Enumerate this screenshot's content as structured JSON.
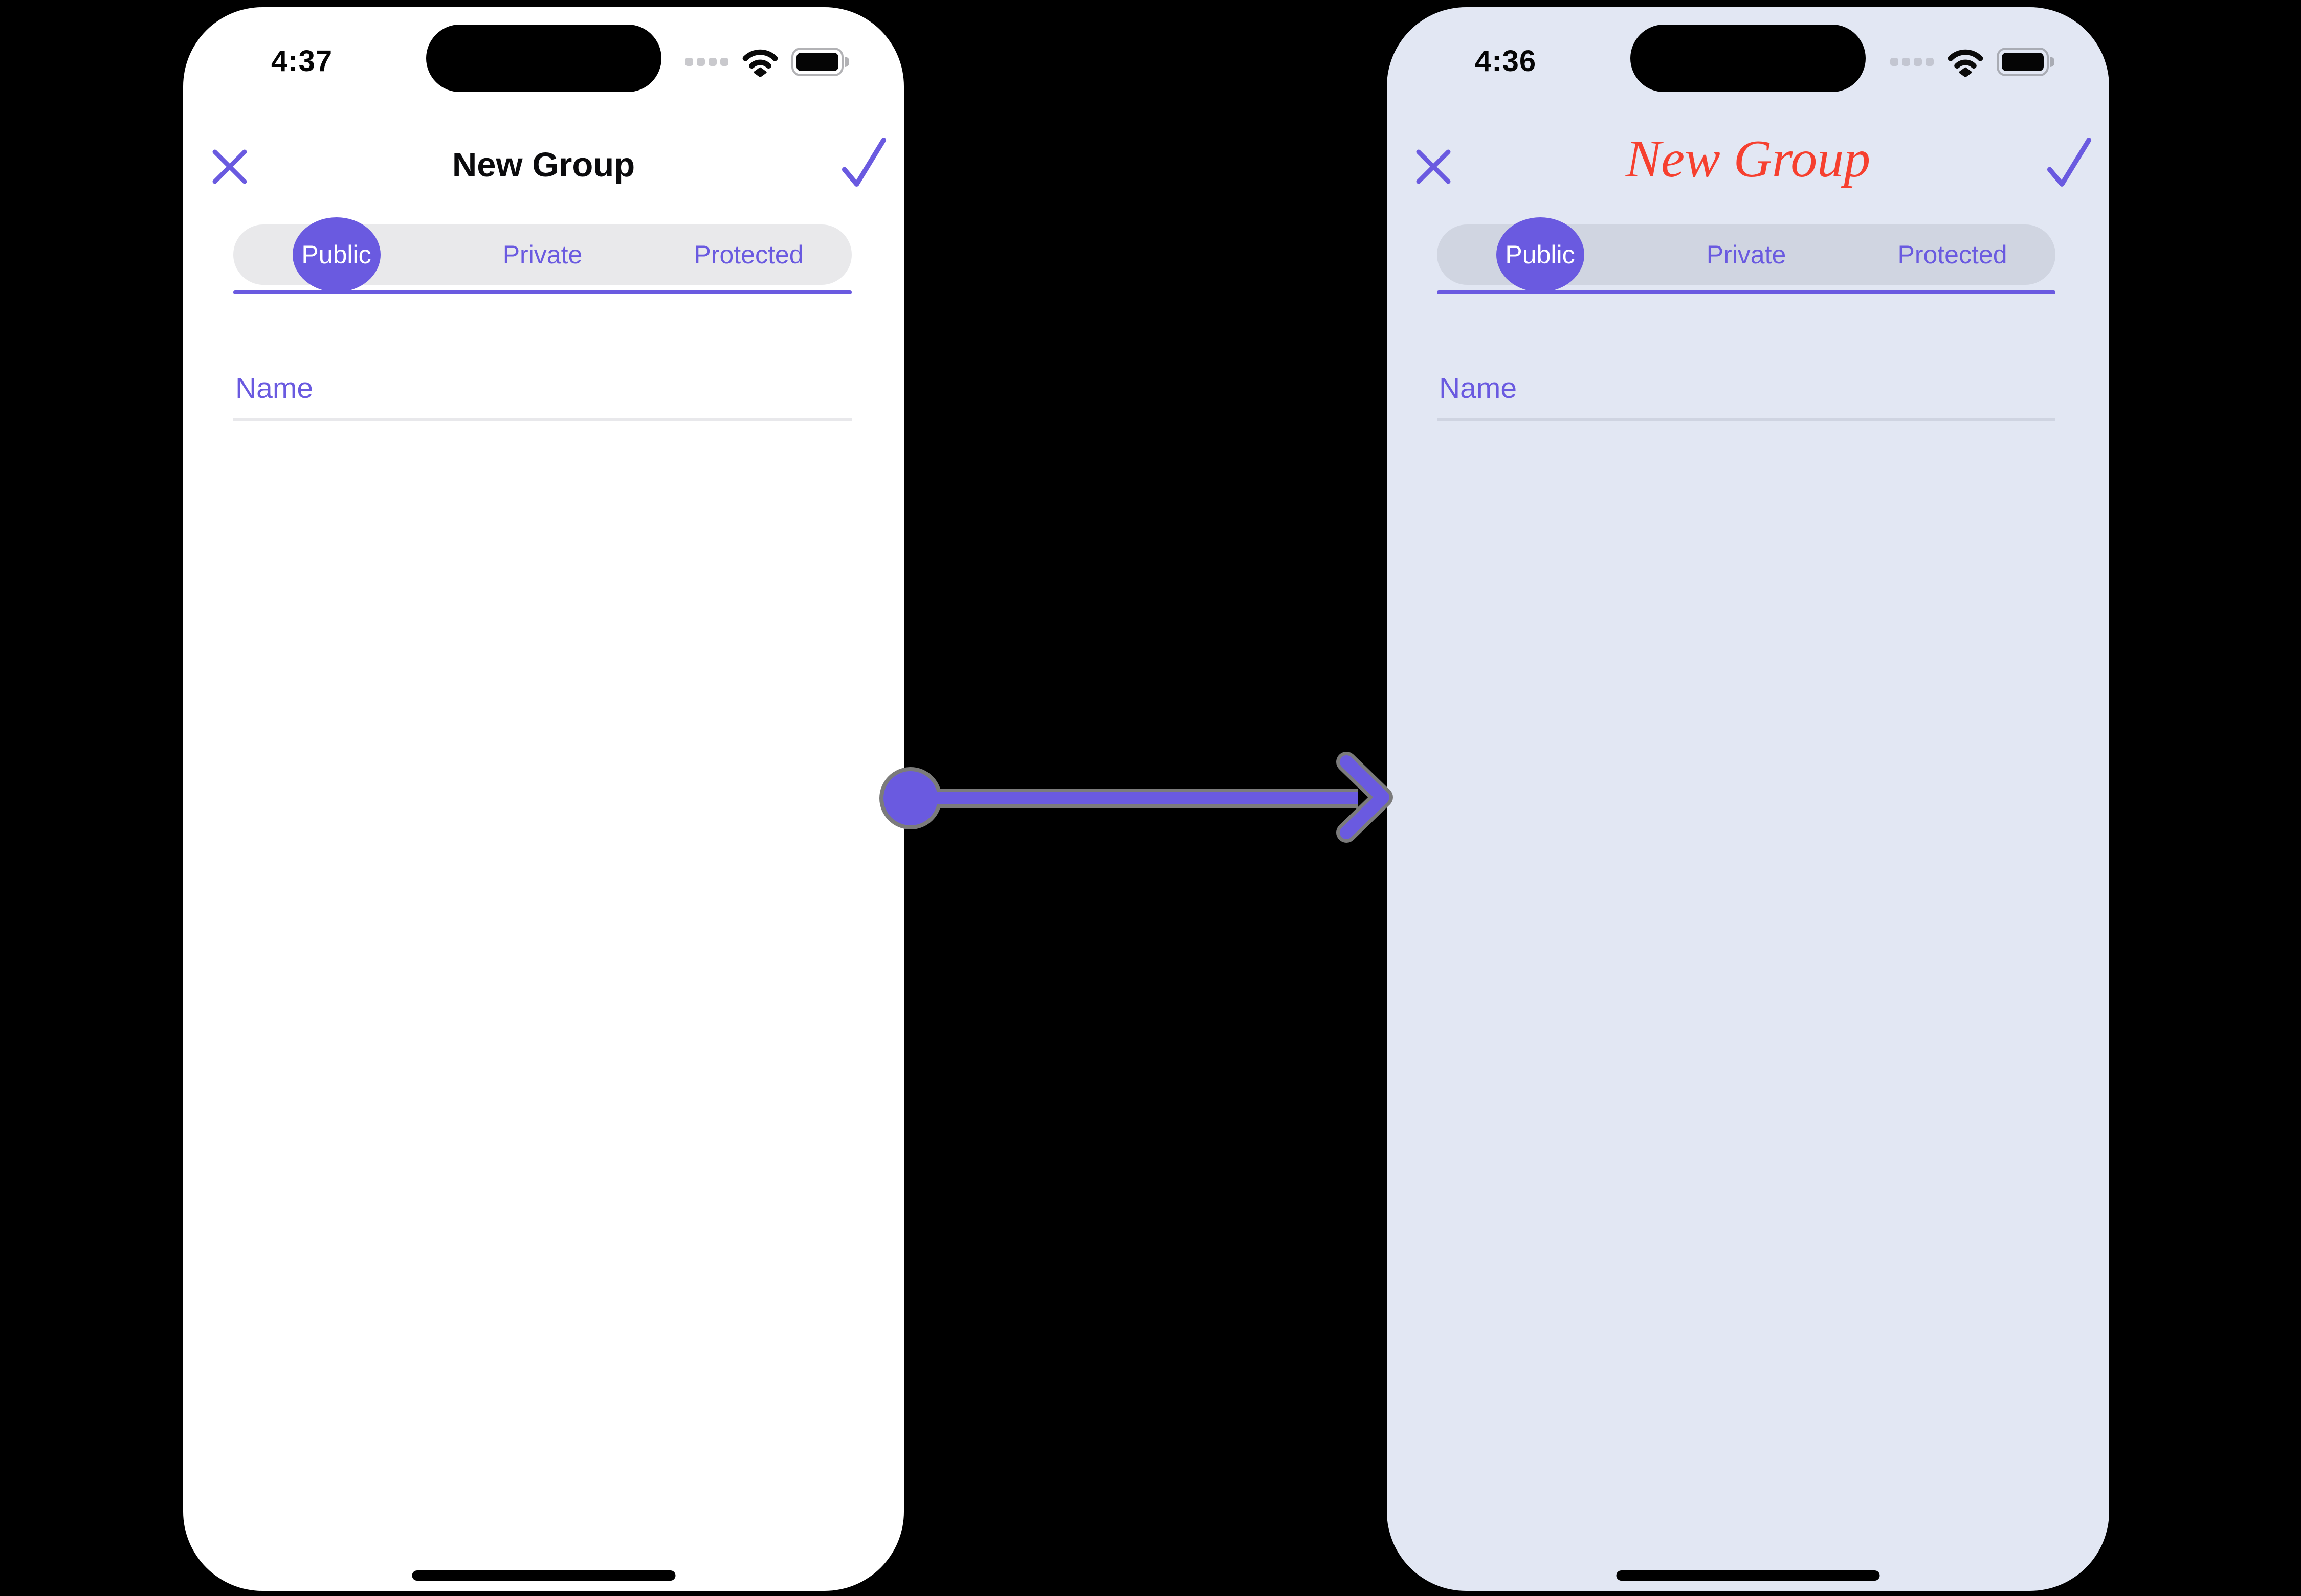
{
  "colors": {
    "accent_purple": "#6a5ae0",
    "script_red": "#f6402f",
    "phone_before_bg": "#ffffff",
    "phone_after_bg": "#e2e7f3",
    "canvas_bg": "#000000",
    "segmented_bg_overlay": "rgba(120,120,128,0.16)",
    "status_dot_gray": "#c9c9cd"
  },
  "phones": [
    {
      "id": "before",
      "time": "4:37",
      "title": "New Group",
      "title_style": "plain-black",
      "tabs": [
        "Public",
        "Private",
        "Protected"
      ],
      "selected_tab": "Public",
      "name_placeholder": "Name"
    },
    {
      "id": "after",
      "time": "4:36",
      "title": "New Group",
      "title_style": "red-cursive-script",
      "tabs": [
        "Public",
        "Private",
        "Protected"
      ],
      "selected_tab": "Public",
      "name_placeholder": "Name"
    }
  ],
  "arrow": {
    "meaning": "before-to-after transition",
    "direction": "left-to-right"
  },
  "icons": [
    "close-icon",
    "confirm-check-icon",
    "cellular-signal-icon",
    "wifi-icon",
    "battery-icon",
    "dynamic-island",
    "home-indicator",
    "transition-arrow"
  ]
}
